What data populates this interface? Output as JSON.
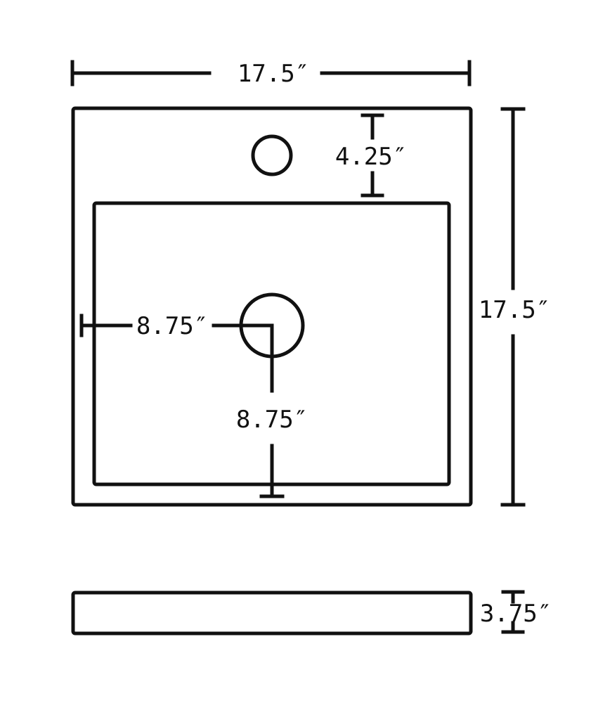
{
  "dimensions": {
    "top_width": "17.5″",
    "right_height": "17.5″",
    "faucet_to_bowl": "4.25″",
    "drain_from_left": "8.75″",
    "drain_from_bottom": "8.75″",
    "side_depth": "3.75″"
  },
  "colors": {
    "line": "#111111",
    "background": "#ffffff"
  }
}
